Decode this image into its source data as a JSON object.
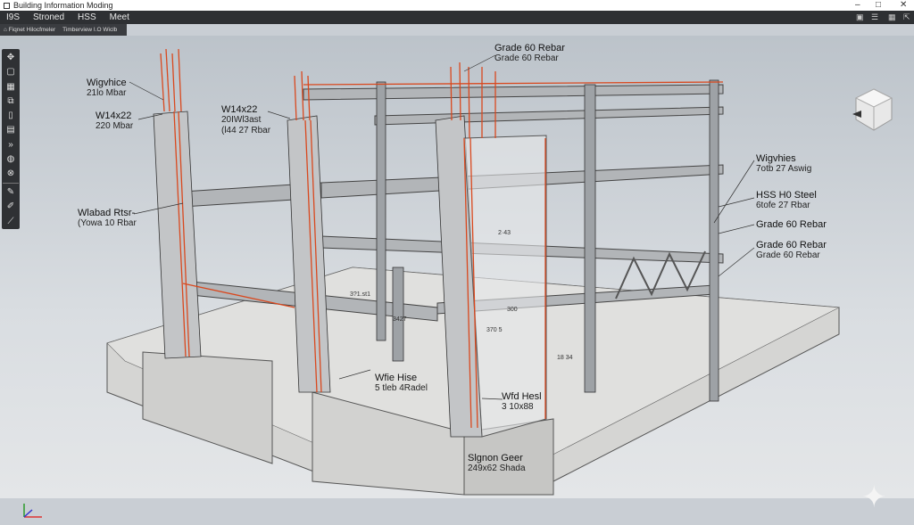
{
  "window": {
    "title": "Building Information Moding",
    "minimize": "–",
    "maximize": "□",
    "close": "✕"
  },
  "menu": {
    "items": [
      "I9S",
      "Stroned",
      "HSS",
      "Meet"
    ],
    "right_icons": [
      "clipboard-icon",
      "menu-icon",
      "grid-icon",
      "export-icon"
    ]
  },
  "tabs": [
    {
      "label": "Fiqnet Hilocfmeler",
      "icon": "home-icon"
    },
    {
      "label": "Timberview I.O Wiclb"
    }
  ],
  "left_toolbar": {
    "tools": [
      "move-icon",
      "rectangle-icon",
      "grid-icon",
      "layers-icon",
      "folder-icon",
      "sheet-icon",
      "arrows-icon",
      "globe-icon",
      "link-icon",
      "pencil-icon",
      "marker-icon",
      "measure-icon"
    ]
  },
  "labels": [
    {
      "line1": "Wigvhice",
      "line2": "21lo Mbar"
    },
    {
      "line1": "W14x22",
      "line2": "220 Mbar"
    },
    {
      "line1": "W14x22",
      "line2": "20IWl3ast",
      "line3": "(l44 27 Rbar"
    },
    {
      "line1": "Wlabad Rtsr-",
      "line2": "(Yowa 10 Rbar"
    },
    {
      "line1": "Grade 60 Rebar",
      "line2": "Grade 60 Rebar"
    },
    {
      "line1": "Wigvhies",
      "line2": "7otb 27 Aswig"
    },
    {
      "line1": "HSS H0 Steel",
      "line2": "6tofe 27 Rbar"
    },
    {
      "line1": "Grade 60 Rebar"
    },
    {
      "line1": "Grade 60 Rebar",
      "line2": "Grade 60 Rebar"
    },
    {
      "line1": "Wfie Hise",
      "line2": "5 tleb 4Radel"
    },
    {
      "line1": "Wfd Hesl",
      "line2": "3 10x88"
    },
    {
      "line1": "Slgnon Geer",
      "line2": "249x62 Shada"
    }
  ],
  "dimensions": [
    "3?1.st1",
    "3427",
    "2·43",
    "300",
    "370 5",
    "18 34"
  ],
  "colors": {
    "rebar": "#d9481e",
    "steel": "#a9acaf",
    "toolbar": "#2f3134",
    "menubar": "#2e3033"
  }
}
